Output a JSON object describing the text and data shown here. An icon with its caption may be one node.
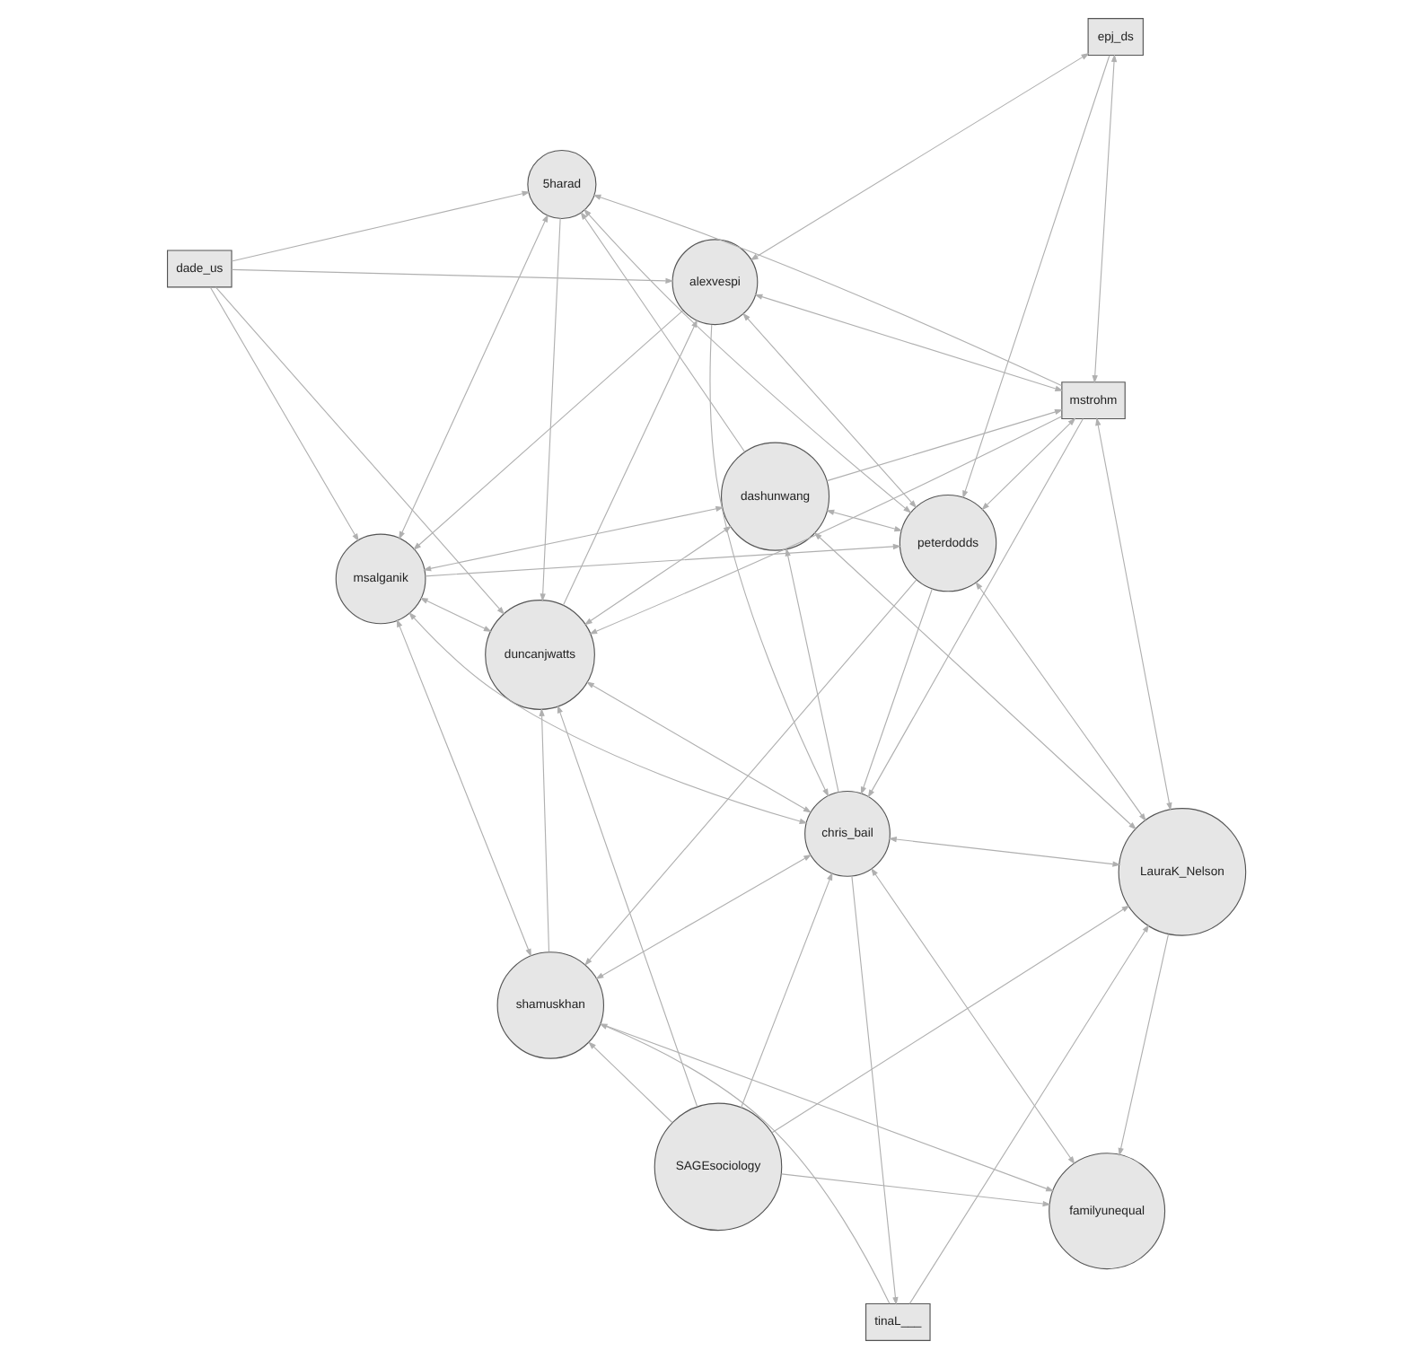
{
  "diagram": {
    "nodes": [
      {
        "text": [
          "SAGEsociology"
        ]
      },
      {
        "text": [
          "familyunequal"
        ]
      },
      {
        "text": [
          "LauraK_Nelson"
        ]
      },
      {
        "text": [
          "chris_bail"
        ]
      },
      {
        "text": [
          "tinaL___"
        ]
      },
      {
        "text": [
          "mstrohm"
        ]
      },
      {
        "text": [
          "dashunwang"
        ]
      },
      {
        "text": [
          "shamuskhan"
        ]
      },
      {
        "text": [
          "peterdodds"
        ]
      },
      {
        "text": [
          "duncanjwatts"
        ]
      },
      {
        "text": [
          "epj_ds"
        ]
      },
      {
        "text": [
          "msalganik"
        ]
      },
      {
        "text": [
          "alexvespi"
        ]
      },
      {
        "text": [
          "5harad"
        ]
      },
      {
        "text": [
          "dade_us"
        ]
      }
    ],
    "edges": [
      {
        "from": 0,
        "to": 1,
        "arrow": "to"
      },
      {
        "from": 0,
        "to": 2,
        "arrow": "to"
      },
      {
        "from": 0,
        "to": 3,
        "arrow": "to"
      },
      {
        "from": 0,
        "to": 9,
        "arrow": "to"
      },
      {
        "from": 0,
        "to": 7,
        "arrow": "to"
      },
      {
        "from": 2,
        "to": 1,
        "arrow": "to"
      },
      {
        "from": 4,
        "to": 2,
        "arrow": "to"
      },
      {
        "from": 2,
        "to": 3,
        "arrow": "both"
      },
      {
        "from": 2,
        "to": 5,
        "arrow": "both"
      },
      {
        "from": 2,
        "to": 8,
        "arrow": "both"
      },
      {
        "from": 2,
        "to": 6,
        "arrow": "both"
      },
      {
        "from": 3,
        "to": 4,
        "arrow": "to"
      },
      {
        "from": 1,
        "to": 3,
        "arrow": "both"
      },
      {
        "from": 7,
        "to": 1,
        "arrow": "to"
      },
      {
        "from": 4,
        "to": 7,
        "arrow": "to"
      },
      {
        "from": 3,
        "to": 7,
        "arrow": "both"
      },
      {
        "from": 5,
        "to": 3,
        "arrow": "to"
      },
      {
        "from": 3,
        "to": 6,
        "arrow": "to"
      },
      {
        "from": 8,
        "to": 3,
        "arrow": "to"
      },
      {
        "from": 9,
        "to": 3,
        "arrow": "both"
      },
      {
        "from": 12,
        "to": 3,
        "arrow": "to"
      },
      {
        "from": 3,
        "to": 11,
        "arrow": "both"
      },
      {
        "from": 6,
        "to": 5,
        "arrow": "to"
      },
      {
        "from": 5,
        "to": 10,
        "arrow": "both"
      },
      {
        "from": 5,
        "to": 12,
        "arrow": "both"
      },
      {
        "from": 5,
        "to": 8,
        "arrow": "both"
      },
      {
        "from": 5,
        "to": 9,
        "arrow": "to"
      },
      {
        "from": 5,
        "to": 13,
        "arrow": "to"
      },
      {
        "from": 6,
        "to": 8,
        "arrow": "both"
      },
      {
        "from": 6,
        "to": 9,
        "arrow": "both"
      },
      {
        "from": 6,
        "to": 11,
        "arrow": "both"
      },
      {
        "from": 6,
        "to": 13,
        "arrow": "to"
      },
      {
        "from": 7,
        "to": 9,
        "arrow": "to"
      },
      {
        "from": 8,
        "to": 7,
        "arrow": "to"
      },
      {
        "from": 7,
        "to": 11,
        "arrow": "both"
      },
      {
        "from": 10,
        "to": 8,
        "arrow": "to"
      },
      {
        "from": 11,
        "to": 8,
        "arrow": "to"
      },
      {
        "from": 9,
        "to": 11,
        "arrow": "both"
      },
      {
        "from": 8,
        "to": 12,
        "arrow": "both"
      },
      {
        "from": 9,
        "to": 12,
        "arrow": "to"
      },
      {
        "from": 13,
        "to": 8,
        "arrow": "both"
      },
      {
        "from": 13,
        "to": 9,
        "arrow": "to"
      },
      {
        "from": 12,
        "to": 11,
        "arrow": "to"
      },
      {
        "from": 10,
        "to": 12,
        "arrow": "both"
      },
      {
        "from": 11,
        "to": 13,
        "arrow": "both"
      },
      {
        "from": 14,
        "to": 13,
        "arrow": "to"
      },
      {
        "from": 14,
        "to": 12,
        "arrow": "to"
      },
      {
        "from": 14,
        "to": 11,
        "arrow": "to"
      },
      {
        "from": 14,
        "to": 9,
        "arrow": "to"
      }
    ]
  }
}
